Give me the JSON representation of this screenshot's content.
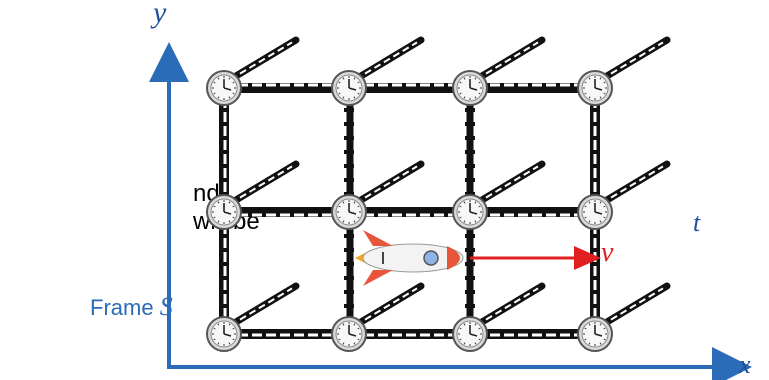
{
  "text": {
    "fragment_line1": "nd",
    "fragment_line2": "will be",
    "frame_label_prefix": "Frame ",
    "frame_label_symbol": "S",
    "axis_y": "y",
    "axis_x": "x",
    "time_symbol": "t",
    "velocity_symbol": "v"
  },
  "colors": {
    "axis": "#2b6cb8",
    "rod": "#111111",
    "rod_stripe": "#ffffff",
    "clock_face": "#f2f2f2",
    "clock_rim": "#666666",
    "velocity_arrow": "#e02020",
    "rocket_body": "#f3f3f3",
    "rocket_fin": "#e8553a",
    "rocket_window": "#8fb3e8",
    "flame": "#f5a623"
  },
  "icons": {
    "clock": "clock-icon",
    "rocket": "rocket-icon",
    "arrow": "velocity-arrow-icon"
  },
  "lattice": {
    "columns": 4,
    "rows": 3
  }
}
